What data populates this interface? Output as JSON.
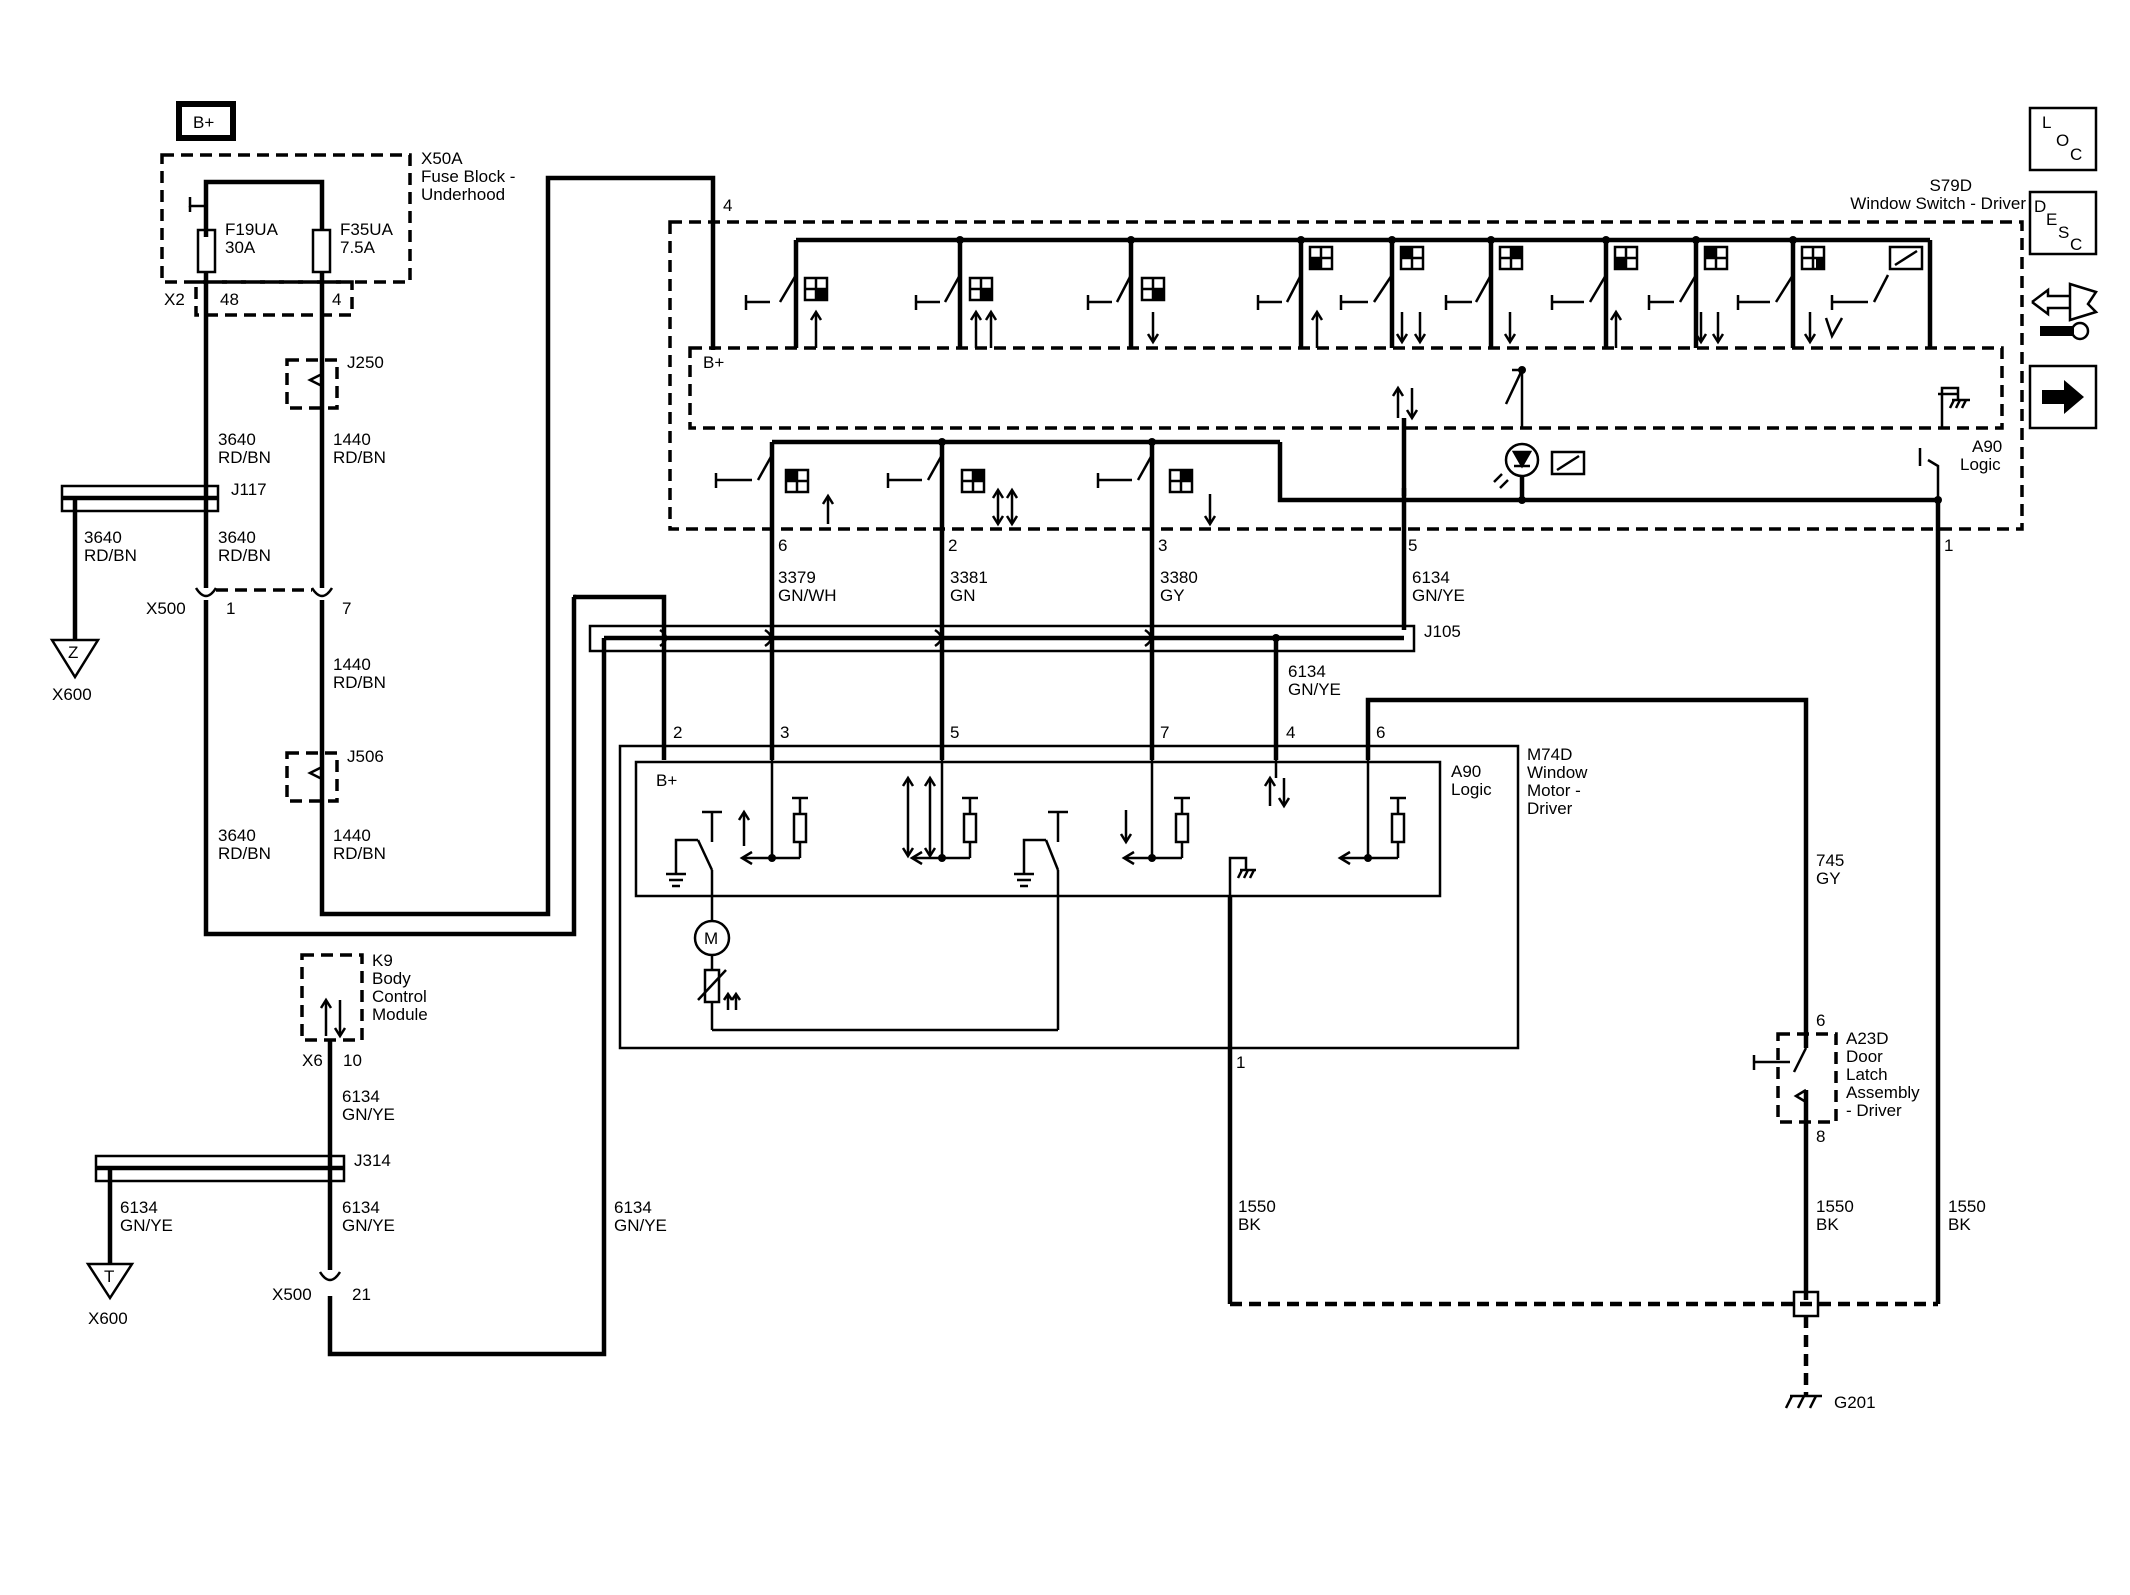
{
  "battery_label": "B+",
  "fuse_block": {
    "ref": "X50A",
    "name_line1": "Fuse Block -",
    "name_line2": "Underhood",
    "connector": "X2",
    "pin_a": "48",
    "pin_b": "4"
  },
  "fuses": [
    {
      "name": "F19UA",
      "rating": "30A"
    },
    {
      "name": "F35UA",
      "rating": "7.5A"
    }
  ],
  "splices": {
    "j250": "J250",
    "j117": "J117",
    "j506": "J506",
    "j105": "J105",
    "j314": "J314"
  },
  "inline_x500_top": {
    "ref": "X500",
    "pin_left": "1",
    "pin_right": "7"
  },
  "inline_x500_bottom": {
    "ref": "X500",
    "pin": "21"
  },
  "grounds_x600": [
    {
      "letter": "Z",
      "ref": "X600"
    },
    {
      "letter": "T",
      "ref": "X600"
    }
  ],
  "wires": [
    {
      "num": "3640",
      "color": "RD/BN"
    },
    {
      "num": "1440",
      "color": "RD/BN"
    },
    {
      "num": "3640",
      "color": "RD/BN"
    },
    {
      "num": "3640",
      "color": "RD/BN"
    },
    {
      "num": "1440",
      "color": "RD/BN"
    },
    {
      "num": "3640",
      "color": "RD/BN"
    },
    {
      "num": "1440",
      "color": "RD/BN"
    },
    {
      "num": "3379",
      "color": "GN/WH"
    },
    {
      "num": "3381",
      "color": "GN"
    },
    {
      "num": "3380",
      "color": "GY"
    },
    {
      "num": "6134",
      "color": "GN/YE"
    },
    {
      "num": "6134",
      "color": "GN/YE"
    },
    {
      "num": "745",
      "color": "GY"
    },
    {
      "num": "6134",
      "color": "GN/YE"
    },
    {
      "num": "6134",
      "color": "GN/YE"
    },
    {
      "num": "6134",
      "color": "GN/YE"
    },
    {
      "num": "6134",
      "color": "GN/YE"
    },
    {
      "num": "1550",
      "color": "BK"
    },
    {
      "num": "1550",
      "color": "BK"
    },
    {
      "num": "1550",
      "color": "BK"
    }
  ],
  "switch_module": {
    "ref": "S79D",
    "name": "Window Switch - Driver",
    "logic_ref": "A90",
    "logic_label": "Logic",
    "bplus": "B+",
    "pin_power": "4",
    "pin_gnd": "1",
    "pins": [
      "6",
      "2",
      "3",
      "5"
    ]
  },
  "motor_module": {
    "ref": "M74D",
    "name_line1": "Window",
    "name_line2": "Motor -",
    "name_line3": "Driver",
    "logic_ref": "A90",
    "logic_label": "Logic",
    "bplus": "B+",
    "motor_symbol": "M",
    "pins": [
      "2",
      "3",
      "5",
      "7",
      "4",
      "6"
    ],
    "pin_gnd": "1"
  },
  "bcm": {
    "ref": "K9",
    "name_line1": "Body",
    "name_line2": "Control",
    "name_line3": "Module",
    "connector": "X6",
    "pin": "10"
  },
  "door_latch": {
    "ref": "A23D",
    "name_line1": "Door",
    "name_line2": "Latch",
    "name_line3": "Assembly",
    "name_line4": "- Driver",
    "pin_top": "6",
    "pin_bottom": "8"
  },
  "ground_main": {
    "ref": "G201"
  },
  "nav": {
    "loc": [
      "L",
      "O",
      "C"
    ],
    "desc": [
      "D",
      "E",
      "S",
      "C"
    ],
    "connector_icon": "connector-icon",
    "arrow_icon": "arrow-right-icon"
  }
}
